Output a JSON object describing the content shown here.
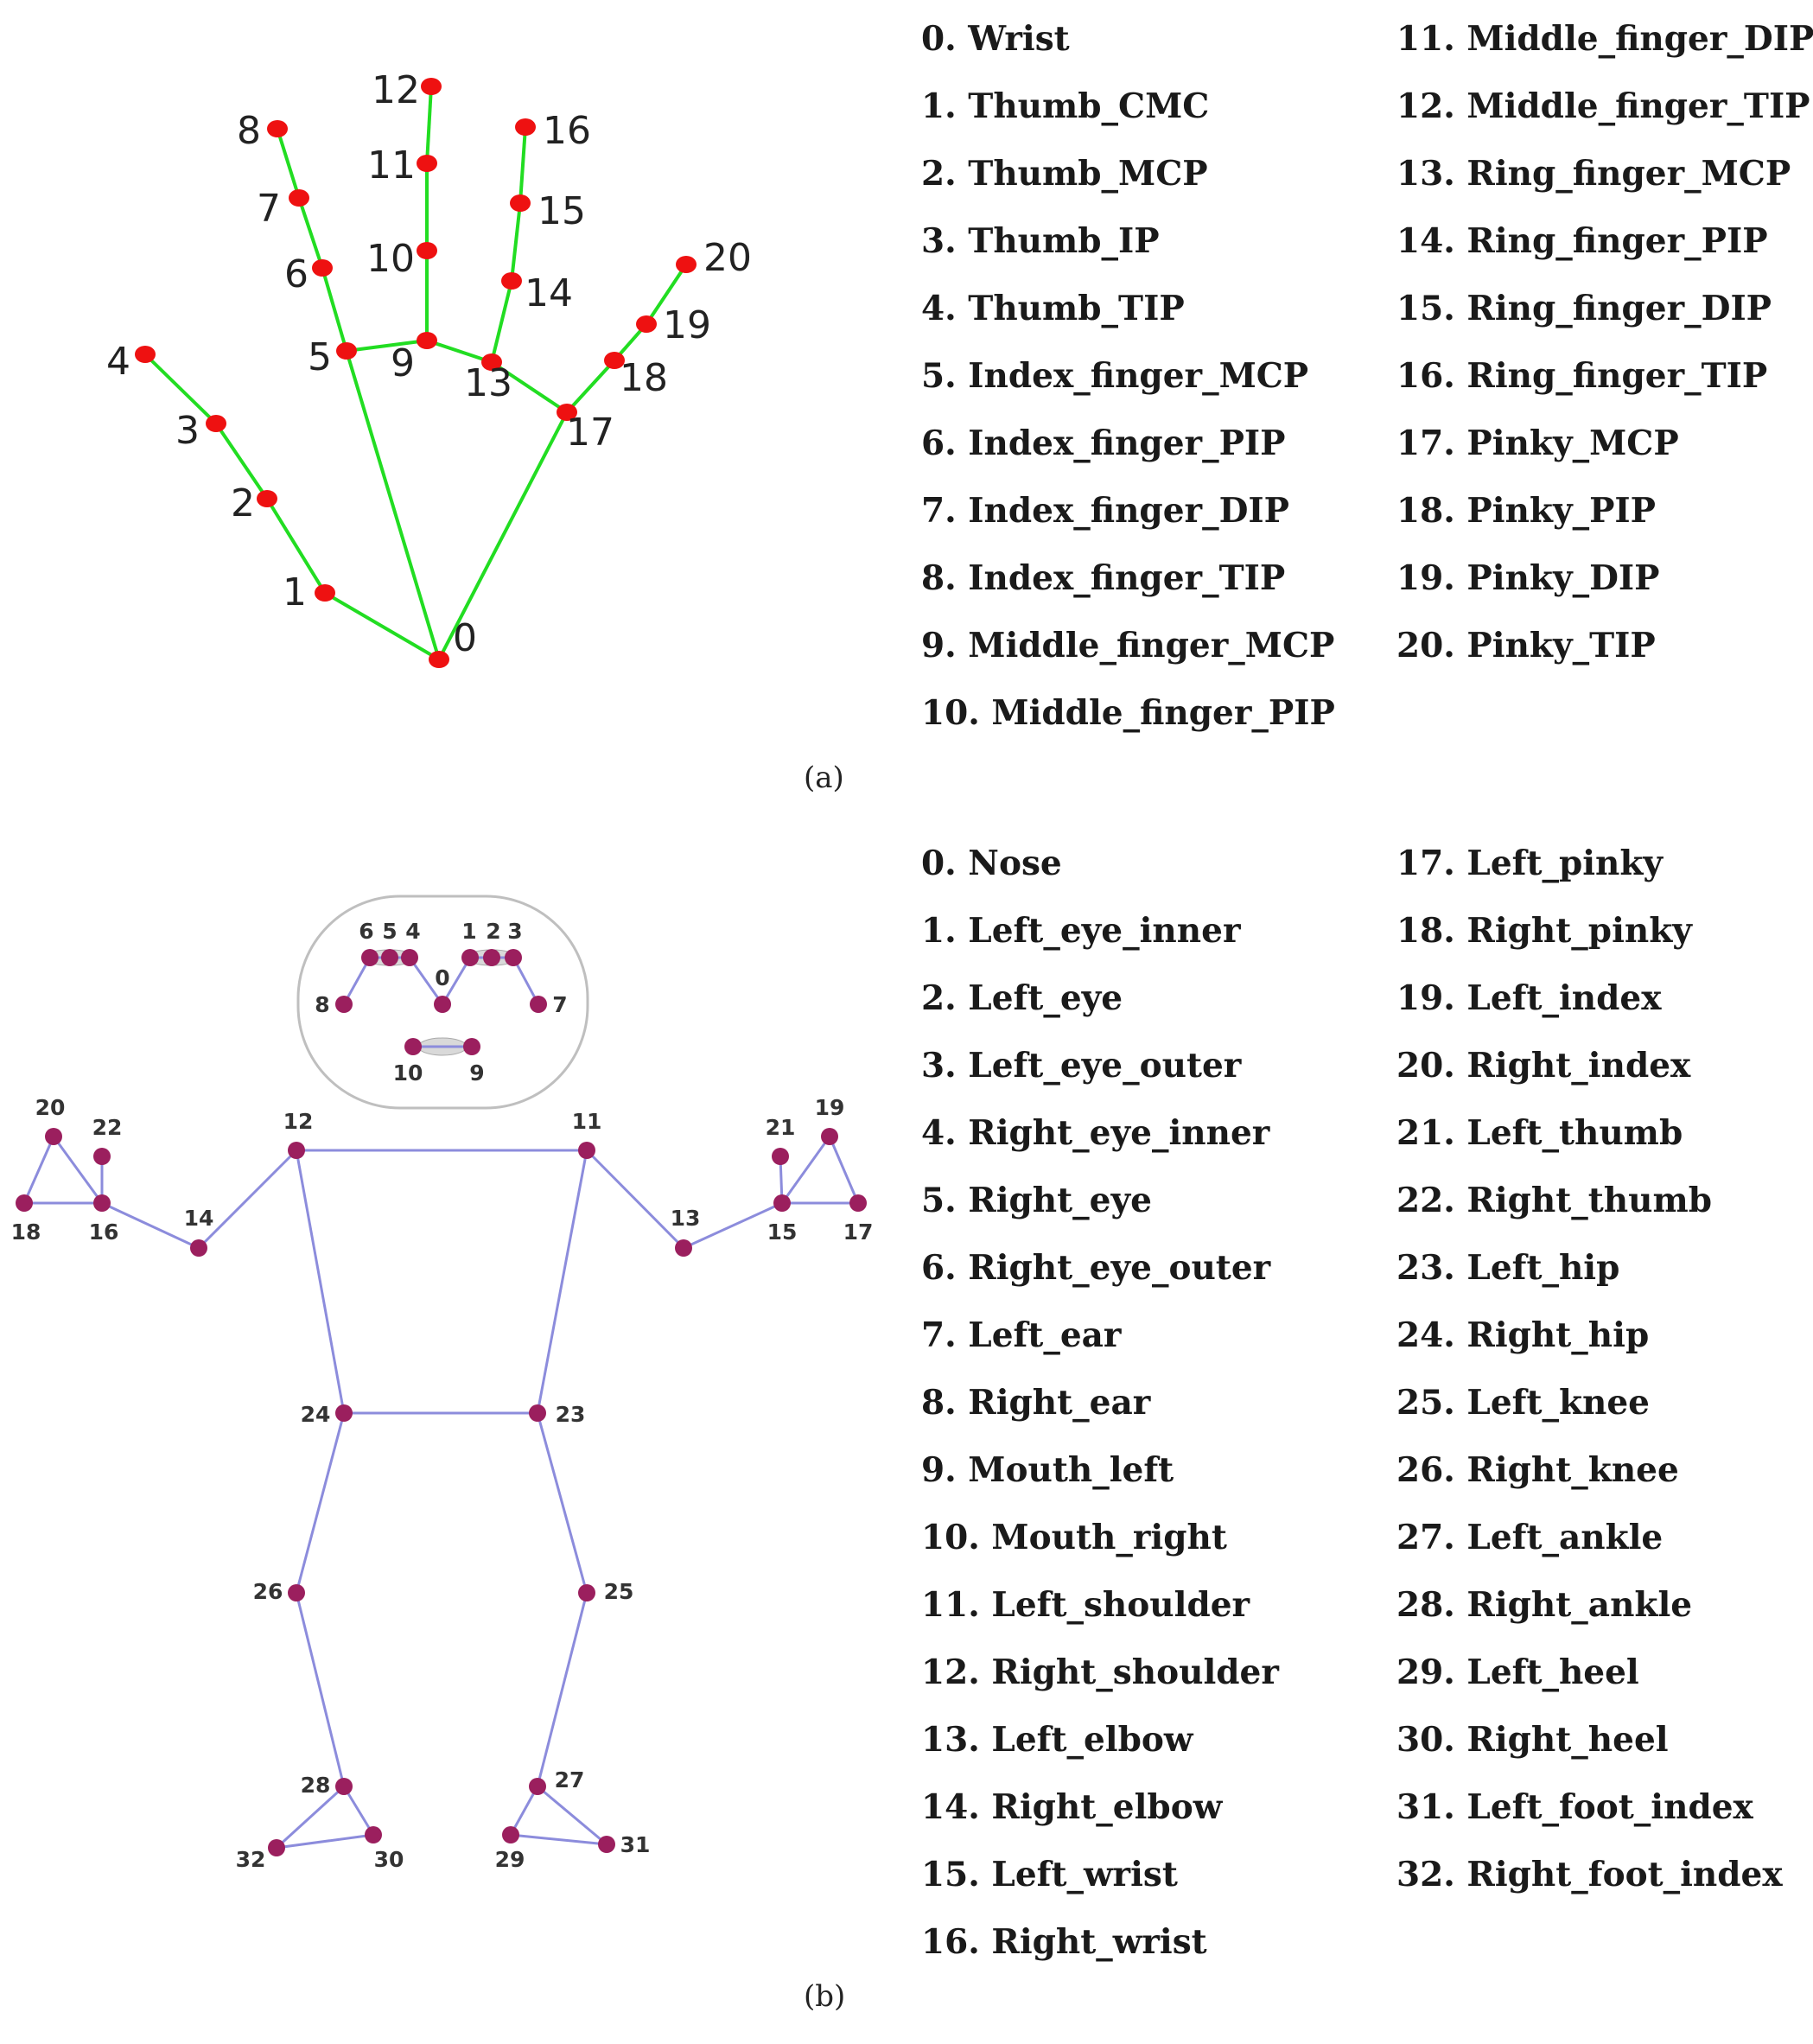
{
  "panel_a": {
    "caption": "(a)",
    "line_color": "#22dd22",
    "point_color": "#ee1111",
    "landmarks": [
      "0. Wrist",
      "1. Thumb_CMC",
      "2. Thumb_MCP",
      "3. Thumb_IP",
      "4. Thumb_TIP",
      "5. Index_finger_MCP",
      "6. Index_finger_PIP",
      "7. Index_finger_DIP",
      "8. Index_finger_TIP",
      "9. Middle_finger_MCP",
      "10. Middle_finger_PIP",
      "11. Middle_finger_DIP",
      "12. Middle_finger_TIP",
      "13. Ring_finger_MCP",
      "14. Ring_finger_PIP",
      "15. Ring_finger_DIP",
      "16. Ring_finger_TIP",
      "17. Pinky_MCP",
      "18. Pinky_PIP",
      "19. Pinky_DIP",
      "20. Pinky_TIP"
    ],
    "point_labels": [
      "0",
      "1",
      "2",
      "3",
      "4",
      "5",
      "6",
      "7",
      "8",
      "9",
      "10",
      "11",
      "12",
      "13",
      "14",
      "15",
      "16",
      "17",
      "18",
      "19",
      "20"
    ]
  },
  "panel_b": {
    "caption": "(b)",
    "line_color": "#8c8cdc",
    "point_color": "#9b1f5e",
    "landmarks": [
      "0. Nose",
      "1. Left_eye_inner",
      "2. Left_eye",
      "3. Left_eye_outer",
      "4. Right_eye_inner",
      "5. Right_eye",
      "6. Right_eye_outer",
      "7. Left_ear",
      "8. Right_ear",
      "9. Mouth_left",
      "10. Mouth_right",
      "11. Left_shoulder",
      "12. Right_shoulder",
      "13. Left_elbow",
      "14. Right_elbow",
      "15. Left_wrist",
      "16. Right_wrist",
      "17. Left_pinky",
      "18. Right_pinky",
      "19. Left_index",
      "20. Right_index",
      "21. Left_thumb",
      "22. Right_thumb",
      "23. Left_hip",
      "24. Right_hip",
      "25. Left_knee",
      "26. Right_knee",
      "27. Left_ankle",
      "28. Right_ankle",
      "29. Left_heel",
      "30. Right_heel",
      "31. Left_foot_index",
      "32. Right_foot_index"
    ],
    "point_labels": [
      "0",
      "1",
      "2",
      "3",
      "4",
      "5",
      "6",
      "7",
      "8",
      "9",
      "10",
      "11",
      "12",
      "13",
      "14",
      "15",
      "16",
      "17",
      "18",
      "19",
      "20",
      "21",
      "22",
      "23",
      "24",
      "25",
      "26",
      "27",
      "28",
      "29",
      "30",
      "31",
      "32"
    ]
  }
}
